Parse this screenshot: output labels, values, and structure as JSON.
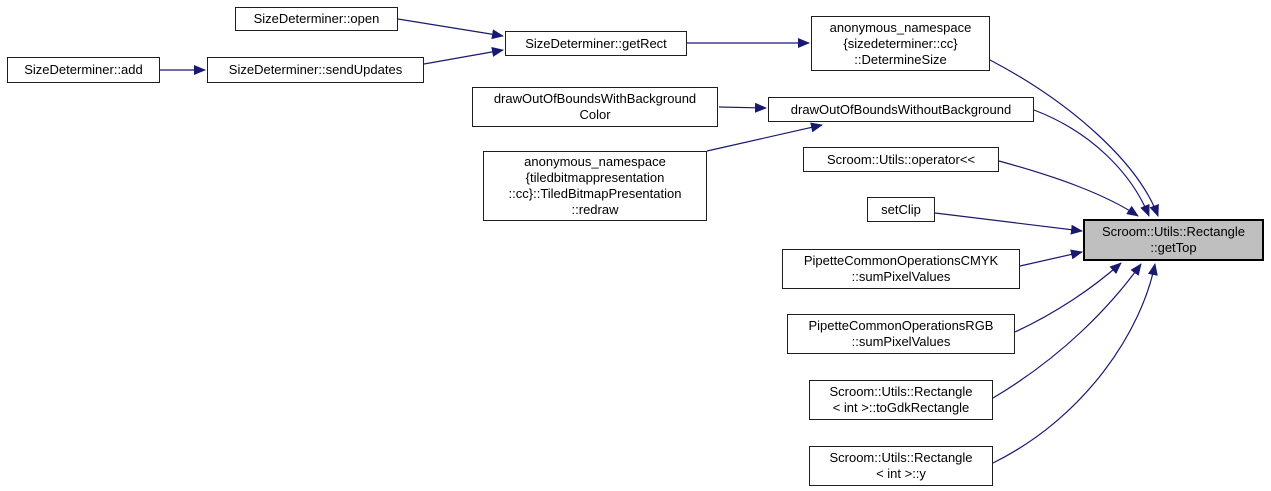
{
  "diagram": {
    "kind": "doxygen-caller-graph",
    "target_function": "Scroom::Utils::Rectangle::getTop",
    "edge_color": "#191970",
    "node_fill": "#ffffff",
    "node_border_color": "#1f1f1f",
    "target_node_fill": "#bfbfbf",
    "target_node_border_color": "#000000",
    "background_color": "#ffffff",
    "text_color": "#000000"
  },
  "nodes": [
    {
      "id": "open",
      "label": "SizeDeterminer::open",
      "target": false
    },
    {
      "id": "add",
      "label": "SizeDeterminer::add",
      "target": false
    },
    {
      "id": "sendUpdates",
      "label": "SizeDeterminer::sendUpdates",
      "target": false
    },
    {
      "id": "getRect",
      "label": "SizeDeterminer::getRect",
      "target": false
    },
    {
      "id": "determineSize",
      "label": "anonymous_namespace\n{sizedeterminer::cc}\n::DetermineSize",
      "target": false
    },
    {
      "id": "withBg",
      "label": "drawOutOfBoundsWithBackground\nColor",
      "target": false
    },
    {
      "id": "withoutBg",
      "label": "drawOutOfBoundsWithoutBackground",
      "target": false
    },
    {
      "id": "redraw",
      "label": "anonymous_namespace\n{tiledbitmappresentation\n::cc}::TiledBitmapPresentation\n::redraw",
      "target": false
    },
    {
      "id": "operatorLL",
      "label": "Scroom::Utils::operator<<",
      "target": false
    },
    {
      "id": "setClip",
      "label": "setClip",
      "target": false
    },
    {
      "id": "cmyk",
      "label": "PipetteCommonOperationsCMYK\n::sumPixelValues",
      "target": false
    },
    {
      "id": "rgb",
      "label": "PipetteCommonOperationsRGB\n::sumPixelValues",
      "target": false
    },
    {
      "id": "toGdk",
      "label": "Scroom::Utils::Rectangle\n< int >::toGdkRectangle",
      "target": false
    },
    {
      "id": "rectY",
      "label": "Scroom::Utils::Rectangle\n< int >::y",
      "target": false
    },
    {
      "id": "getTop",
      "label": "Scroom::Utils::Rectangle\n::getTop",
      "target": true
    }
  ],
  "edges": [
    {
      "from": "add",
      "to": "sendUpdates"
    },
    {
      "from": "open",
      "to": "getRect"
    },
    {
      "from": "sendUpdates",
      "to": "getRect"
    },
    {
      "from": "getRect",
      "to": "determineSize"
    },
    {
      "from": "withBg",
      "to": "withoutBg"
    },
    {
      "from": "redraw",
      "to": "withoutBg"
    },
    {
      "from": "determineSize",
      "to": "getTop"
    },
    {
      "from": "withoutBg",
      "to": "getTop"
    },
    {
      "from": "operatorLL",
      "to": "getTop"
    },
    {
      "from": "setClip",
      "to": "getTop"
    },
    {
      "from": "cmyk",
      "to": "getTop"
    },
    {
      "from": "rgb",
      "to": "getTop"
    },
    {
      "from": "toGdk",
      "to": "getTop"
    },
    {
      "from": "rectY",
      "to": "getTop"
    }
  ]
}
